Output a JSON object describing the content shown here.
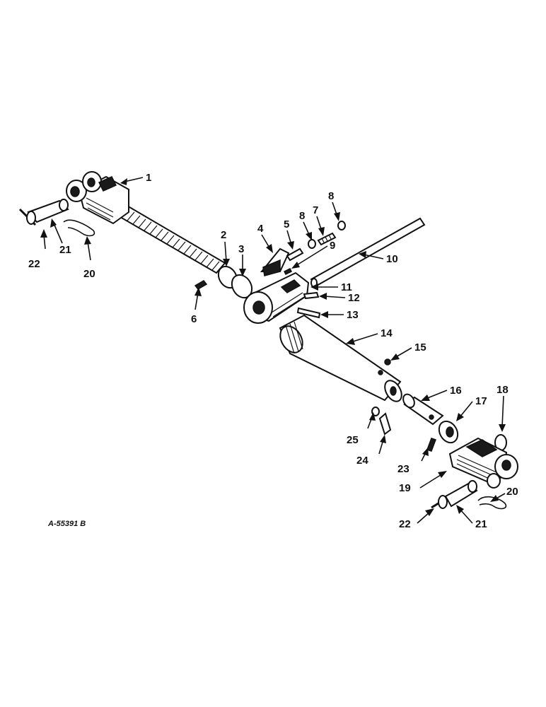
{
  "callouts": {
    "l1": "1",
    "l2": "2",
    "l3": "3",
    "l4": "4",
    "l5": "5",
    "l6": "6",
    "l7": "7",
    "l8a": "8",
    "l8b": "8",
    "l9": "9",
    "l10": "10",
    "l11": "11",
    "l12": "12",
    "l13": "13",
    "l14": "14",
    "l15": "15",
    "l16": "16",
    "l17": "17",
    "l18": "18",
    "l19": "19",
    "l20a": "20",
    "l20b": "20",
    "l21a": "21",
    "l21b": "21",
    "l22a": "22",
    "l22b": "22",
    "l23": "23",
    "l24": "24",
    "l25": "25"
  },
  "drawing_code": "A-55391 B"
}
